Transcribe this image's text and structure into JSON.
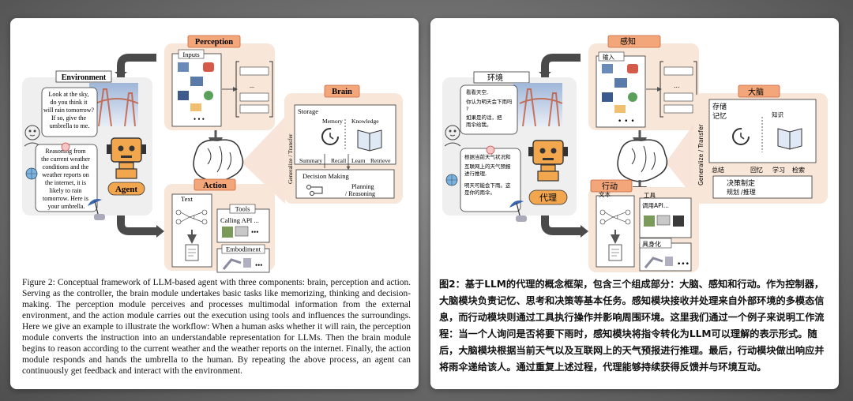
{
  "en": {
    "modules": {
      "perception": "Perception",
      "brain": "Brain",
      "action": "Action",
      "environment": "Environment",
      "agent": "Agent"
    },
    "perception_inputs": "Inputs",
    "brain_labels": {
      "storage": "Storage",
      "memory": "Memory",
      "knowledge": "Knowledge",
      "summary": "Summary",
      "recall": "Recall",
      "learn": "Learn",
      "retrieve": "Retrieve",
      "decision": "Decision Making",
      "planning": "Planning",
      "reasoning": "/ Reasoning",
      "generalize": "Generalize / Transfer"
    },
    "action_labels": {
      "text": "Text",
      "tools": "Tools",
      "calling_api": "Calling API ...",
      "embodiment": "Embodiment"
    },
    "human_bubble": [
      "Look at the sky,",
      "do you think it",
      "will rain tomorrow?",
      "If so, give the",
      "umbrella to me."
    ],
    "agent_bubble": [
      "Reasoning from",
      "the current weather",
      "conditions and the",
      "weather reports on",
      "the internet, it is",
      "likely to rain",
      "tomorrow. Here is",
      "your umbrella."
    ],
    "caption": "Figure 2: Conceptual framework of LLM-based agent with three components: brain, perception and action. Serving as the controller, the brain module undertakes basic tasks like memorizing, thinking and decision-making. The perception module perceives and processes multimodal information from the external environment, and the action module carries out the execution using tools and influences the surroundings. Here we give an example to illustrate the workflow: When a human asks whether it will rain, the perception module converts the instruction into an understandable representation for LLMs. Then the brain module begins to reason according to the current weather and the weather reports on the internet. Finally, the action module responds and hands the umbrella to the human. By repeating the above process, an agent can continuously get feedback and interact with the environment."
  },
  "zh": {
    "modules": {
      "perception": "感知",
      "brain": "大脑",
      "action": "行动",
      "environment": "环境",
      "agent": "代理"
    },
    "perception_inputs": "输入",
    "brain_labels": {
      "storage": "存储",
      "memory": "记忆",
      "knowledge": "知识",
      "summary": "总结",
      "recall": "回忆",
      "learn": "学习",
      "retrieve": "检索",
      "decision": "决策制定",
      "planning": "规划",
      "reasoning": "/推理",
      "generalize": "Generalize / Transfer"
    },
    "action_labels": {
      "text": "文本",
      "tools": "工具",
      "calling_api": "调用API...",
      "embodiment": "具身化"
    },
    "human_bubble": [
      "看看天空,",
      "你认为明天会下雨吗",
      "?",
      "如果是的话，把",
      "雨伞给我。"
    ],
    "agent_bubble": [
      "根据当前天气状况和",
      "互联网上的天气预报",
      "进行推理,",
      "明天可能会下雨。这",
      "是你的雨伞。"
    ],
    "caption": "图2：基于LLM的代理的概念框架，包含三个组成部分：大脑、感知和行动。作为控制器，大脑模块负责记忆、思考和决策等基本任务。感知模块接收并处理来自外部环境的多模态信息，而行动模块则通过工具执行操作并影响周围环境。这里我们通过一个例子来说明工作流程：当一个人询问是否将要下雨时，感知模块将指令转化为LLM可以理解的表示形式。随后，大脑模块根据当前天气以及互联网上的天气预报进行推理。最后，行动模块做出响应并将雨伞递给该人。通过重复上述过程，代理能够持续获得反馈并与环境互动。"
  }
}
